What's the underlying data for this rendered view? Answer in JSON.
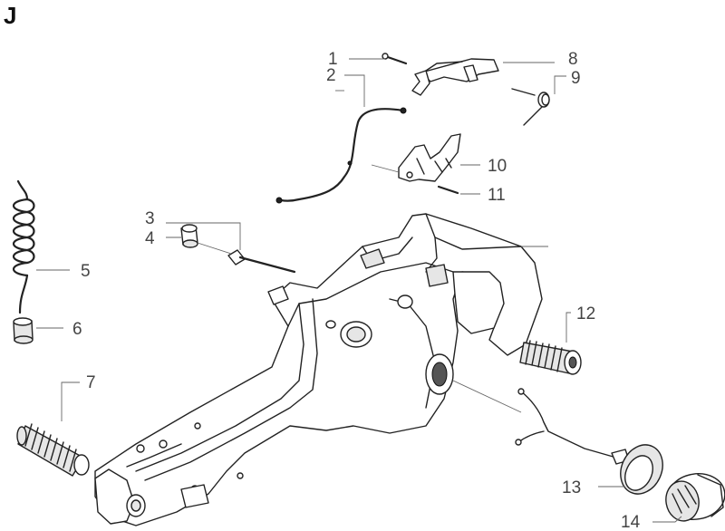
{
  "figure": {
    "section_letter": "J",
    "callouts": [
      {
        "number": "1"
      },
      {
        "number": "2"
      },
      {
        "number": "3"
      },
      {
        "number": "4"
      },
      {
        "number": "5"
      },
      {
        "number": "6"
      },
      {
        "number": "7"
      },
      {
        "number": "8"
      },
      {
        "number": "9"
      },
      {
        "number": "10"
      },
      {
        "number": "11"
      },
      {
        "number": "12"
      },
      {
        "number": "13"
      },
      {
        "number": "14"
      }
    ]
  }
}
